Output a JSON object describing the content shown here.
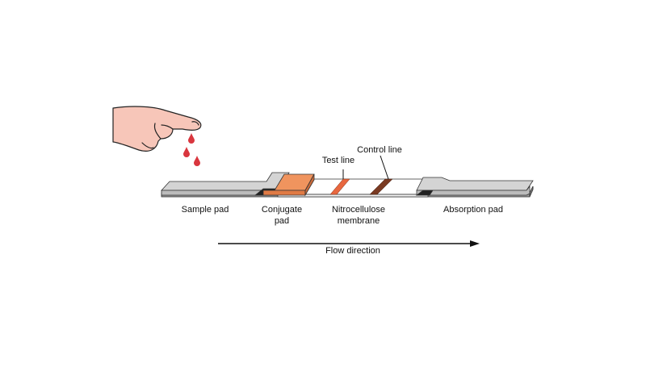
{
  "labels": {
    "test_line": "Test line",
    "control_line": "Control line",
    "sample_pad": "Sample pad",
    "conjugate_pad": [
      "Conjugate",
      "pad"
    ],
    "membrane": [
      "Nitrocellulose",
      "membrane"
    ],
    "absorption_pad": "Absorption pad",
    "flow_direction": "Flow direction"
  },
  "colors": {
    "pad_gray": "#d4d4d4",
    "backing": "#9a9a9a",
    "conjugate": "#f0945e",
    "test_line": "#e8673f",
    "control_line": "#7a3a22",
    "blood": "#d9363e",
    "skin": "#f7c6b9"
  },
  "icons": [
    "hand-icon",
    "blood-drop-icon",
    "arrow-right-icon"
  ]
}
